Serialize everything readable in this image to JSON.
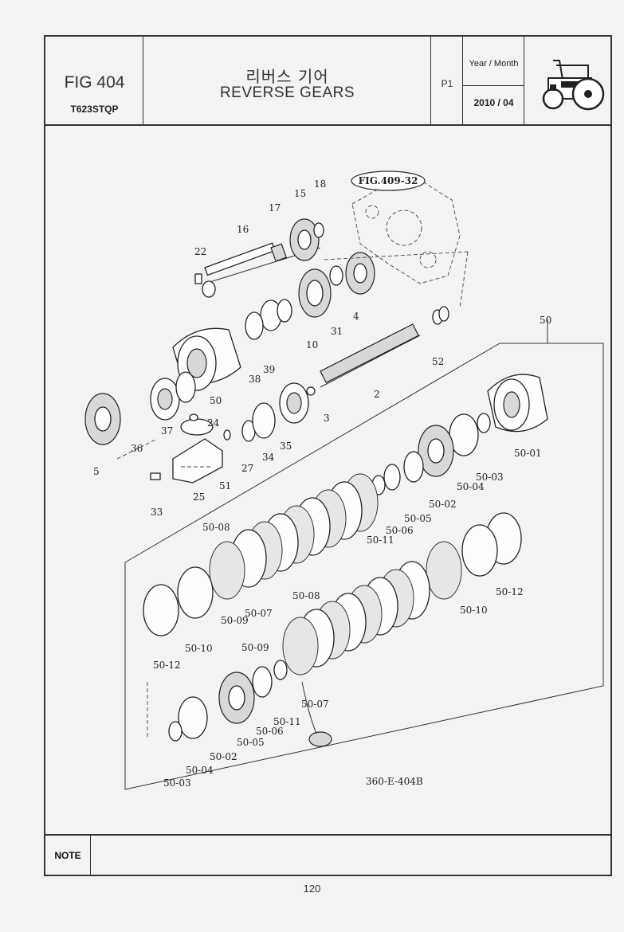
{
  "header": {
    "fig_no": "FIG 404",
    "model": "T623STQP",
    "title_ko": "리버스 기어",
    "title_en": "REVERSE GEARS",
    "page_label": "P1",
    "date_label": "Year / Month",
    "date_value": "2010 / 04",
    "icon": "tractor-icon"
  },
  "diagram": {
    "ref_callout": "FIG.409-32",
    "drawing_code": "360-E-404B",
    "labels": {
      "l18": "18",
      "l15": "15",
      "l17": "17",
      "l16": "16",
      "l22": "22",
      "l4": "4",
      "l31": "31",
      "l10": "10",
      "l39": "39",
      "l38": "38",
      "l50": "50",
      "l50b": "50",
      "l52": "52",
      "l2": "2",
      "l3": "3",
      "l37": "37",
      "l36": "36",
      "l5": "5",
      "l24": "24",
      "l35": "35",
      "l34": "34",
      "l27": "27",
      "l51": "51",
      "l25": "25",
      "l33": "33",
      "l5001": "50-01",
      "l5003a": "50-03",
      "l5004a": "50-04",
      "l5002a": "50-02",
      "l5005a": "50-05",
      "l5006a": "50-06",
      "l5011a": "50-11",
      "l5008a": "50-08",
      "l5009a": "50-09",
      "l5007a": "50-07",
      "l5010a": "50-10",
      "l5012a": "50-12",
      "l5012b": "50-12",
      "l5010b": "50-10",
      "l5008b": "50-08",
      "l5009b": "50-09",
      "l5007b": "50-07",
      "l5011b": "50-11",
      "l5006b": "50-06",
      "l5005b": "50-05",
      "l5002b": "50-02",
      "l5004b": "50-04",
      "l5003b": "50-03"
    }
  },
  "note": {
    "label": "NOTE"
  },
  "page_number": "120"
}
